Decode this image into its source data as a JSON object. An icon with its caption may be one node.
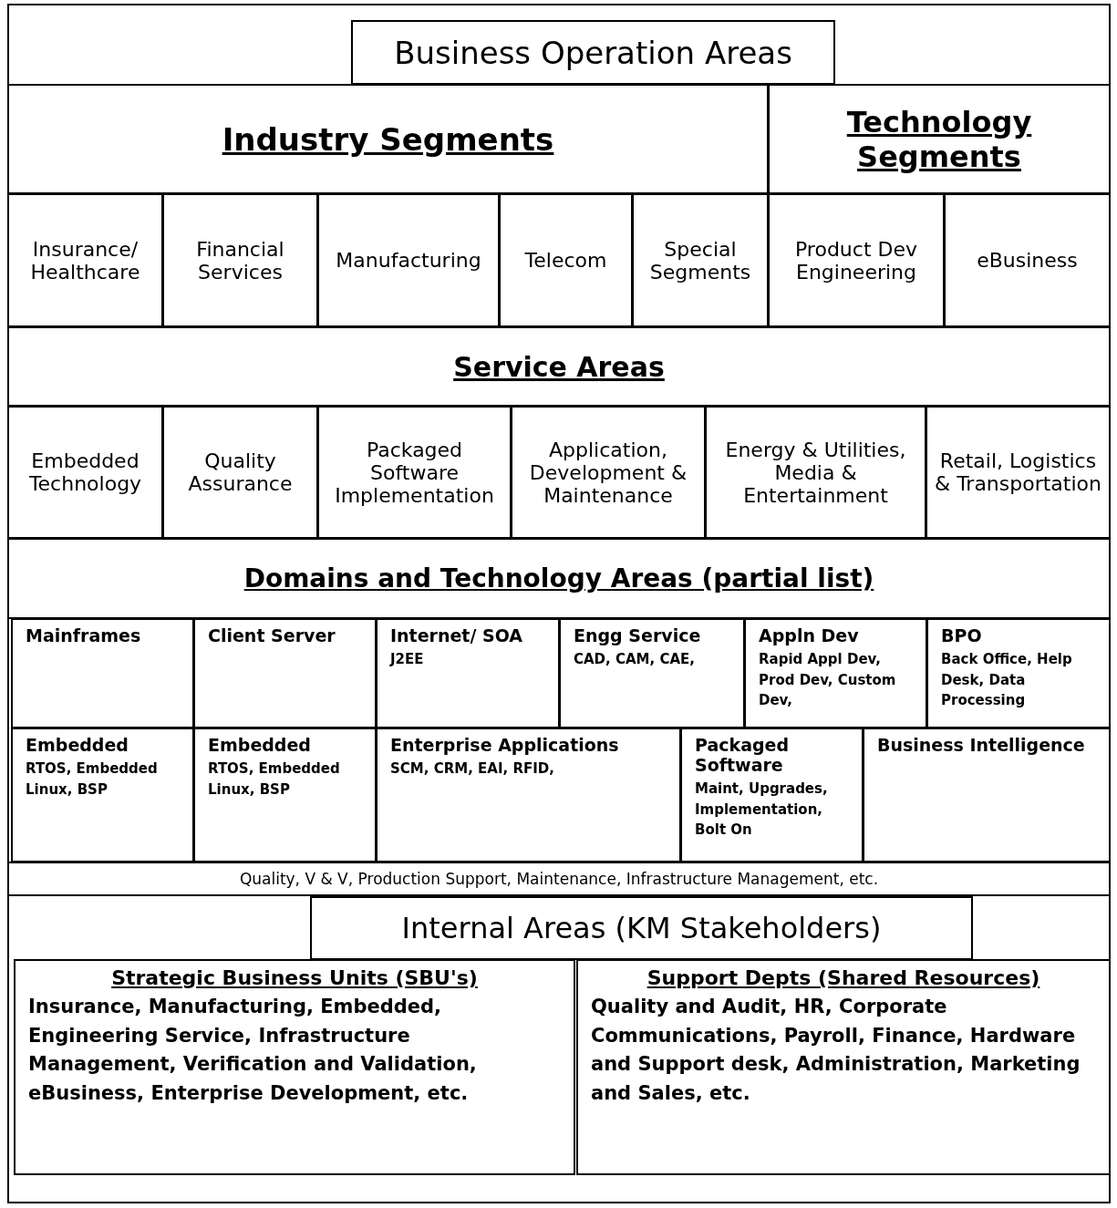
{
  "diagram": {
    "nodes": [
      {
        "text": [
          "Business Operation Areas"
        ]
      },
      {
        "text": [
          "Industry Segments"
        ]
      },
      {
        "text": [
          "Technology Segments"
        ]
      },
      {
        "text": [
          "Insurance/ Healthcare"
        ]
      },
      {
        "text": [
          "Financial Services"
        ]
      },
      {
        "text": [
          "Manufacturing"
        ]
      },
      {
        "text": [
          "Telecom"
        ]
      },
      {
        "text": [
          "Special Segments"
        ]
      },
      {
        "text": [
          "Product Dev Engineering"
        ]
      },
      {
        "text": [
          "eBusiness"
        ]
      },
      {
        "text": [
          "Service Areas"
        ]
      },
      {
        "text": [
          "Embedded Technology"
        ]
      },
      {
        "text": [
          "Quality Assurance"
        ]
      },
      {
        "text": [
          "Packaged Software Implementation"
        ]
      },
      {
        "text": [
          "Application, Development & Maintenance"
        ]
      },
      {
        "text": [
          "Energy & Utilities, Media & Entertainment"
        ]
      },
      {
        "text": [
          "Retail, Logistics & Transportation"
        ]
      },
      {
        "text": [
          "Domains and Technology Areas (partial list)"
        ]
      },
      {
        "text": [
          "Mainframes"
        ]
      },
      {
        "text": [
          "Client Server"
        ]
      },
      {
        "text": [
          "Internet/ SOA",
          "J2EE"
        ]
      },
      {
        "text": [
          "Engg Service",
          "CAD, CAM, CAE,"
        ]
      },
      {
        "text": [
          "Appln Dev",
          "Rapid Appl Dev, Prod Dev, Custom Dev,"
        ]
      },
      {
        "text": [
          "BPO",
          "Back Office, Help Desk, Data Processing"
        ]
      },
      {
        "text": [
          "Embedded",
          "RTOS, Embedded Linux, BSP"
        ]
      },
      {
        "text": [
          "Embedded",
          "RTOS, Embedded Linux, BSP"
        ]
      },
      {
        "text": [
          "Enterprise Applications",
          "SCM, CRM, EAI, RFID,"
        ]
      },
      {
        "text": [
          "Packaged Software",
          "Maint, Upgrades, Implementation, Bolt On"
        ]
      },
      {
        "text": [
          "Business Intelligence"
        ]
      },
      {
        "text": [
          "Quality, V & V, Production Support, Maintenance, Infrastructure Management, etc."
        ]
      },
      {
        "text": [
          "Internal Areas (KM Stakeholders)"
        ]
      },
      {
        "text": [
          "Strategic Business Units (SBU's)",
          "Insurance, Manufacturing, Embedded, Engineering Service, Infrastructure Management, Verification and Validation, eBusiness, Enterprise Development, etc."
        ]
      },
      {
        "text": [
          "Support Depts (Shared Resources)",
          "Quality and Audit, HR, Corporate Communications, Payroll, Finance, Hardware and Support desk, Administration, Marketing and Sales, etc."
        ]
      }
    ],
    "edges": []
  }
}
